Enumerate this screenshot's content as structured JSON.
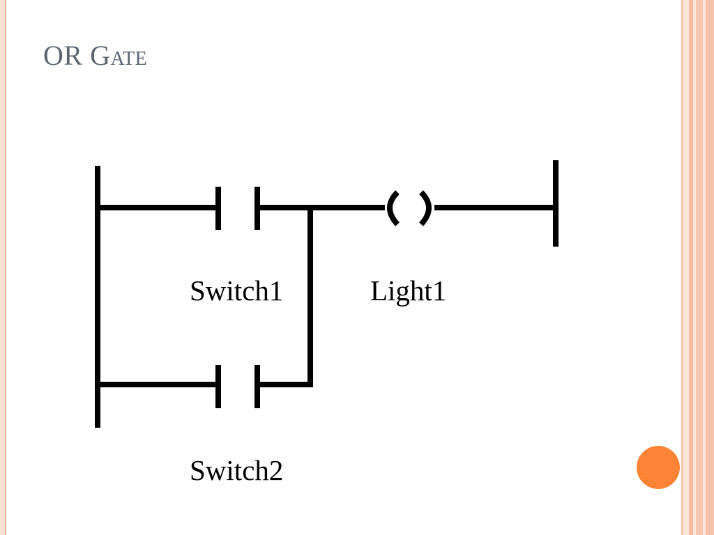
{
  "slide": {
    "title": "OR Gate",
    "accent_color": "#fd8435",
    "border_color": "#f7c2ab"
  },
  "diagram": {
    "type": "ladder-logic",
    "contacts": [
      {
        "label": "Switch1",
        "kind": "normally-open-contact"
      },
      {
        "label": "Switch2",
        "kind": "normally-open-contact"
      }
    ],
    "coil": {
      "label": "Light1",
      "kind": "output-coil"
    }
  }
}
